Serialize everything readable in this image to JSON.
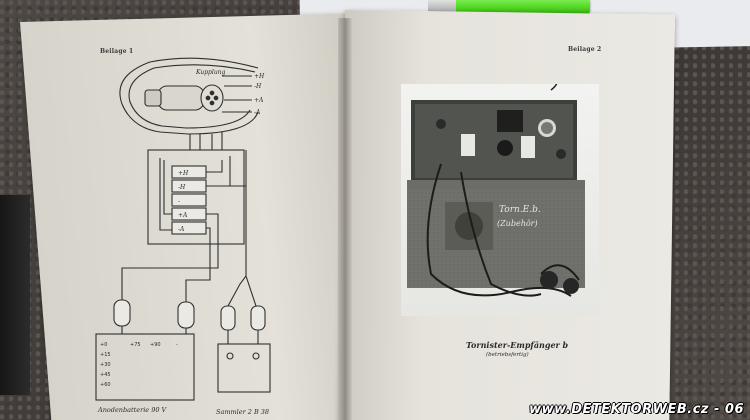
{
  "left_page": {
    "page_label": "Beilage 1",
    "schematic_labels": {
      "cable": "Kupplung",
      "socket_pins": [
        "+H",
        "-H",
        "+A",
        "-A"
      ],
      "block_pins": [
        "+H",
        "-H",
        "-",
        "+A",
        "-A"
      ],
      "battery_left": "Anodenbatterie 90 V",
      "battery_right": "Sammler 2 B 38",
      "battery_terms": [
        "+0",
        "+15",
        "+30",
        "+45",
        "+60",
        "+75",
        "+90",
        "-"
      ]
    }
  },
  "right_page": {
    "page_label": "Beilage 2",
    "photo_box_text_line1": "Torn.E.b.",
    "photo_box_text_line2": "(Zubehör)",
    "caption_title": "Tornister-Empfänger b",
    "caption_subtitle": "(betriebsfertig)"
  },
  "watermark": "www.DETEKTORWEB.cz - 06",
  "colors": {
    "paper": "#e4e1d9",
    "ink": "#2b2b2b",
    "lighter": "#4fd61f",
    "carpet": "#4a4542"
  }
}
